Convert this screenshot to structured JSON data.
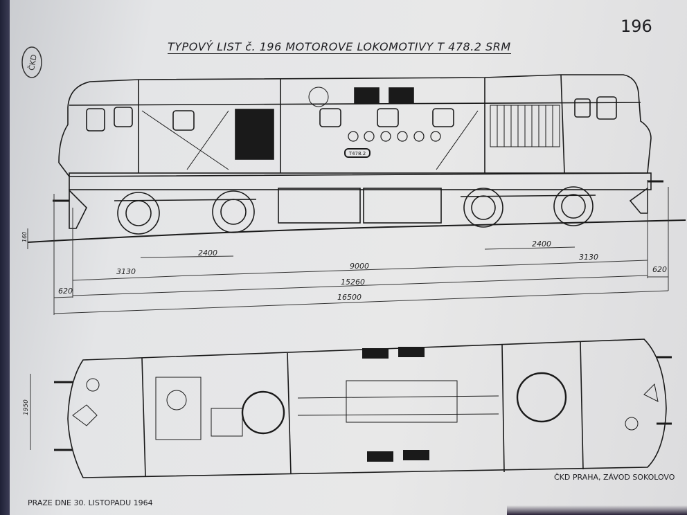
{
  "page_number": "196",
  "title": "TYPOVÝ LIST č. 196 MOTOROVE LOKOMOTIVY T 478.2 SRM",
  "logo_text": "ČKD",
  "number_plate": "T478.2",
  "dimensions": {
    "rail_height": "160",
    "bogie_wheelbase_left": "2400",
    "bogie_wheelbase_right": "2400",
    "overhang_left": "3130",
    "bogie_centers": "9000",
    "overhang_right": "3130",
    "buffer_right": "620",
    "body_length": "15260",
    "buffer_left": "620",
    "total_length": "16500",
    "width": "1950"
  },
  "manufacturer": "ČKD PRAHA, ZÁVOD SOKOLOVO",
  "date_line": "PRAZE DNE 30. LISTOPADU 1964"
}
